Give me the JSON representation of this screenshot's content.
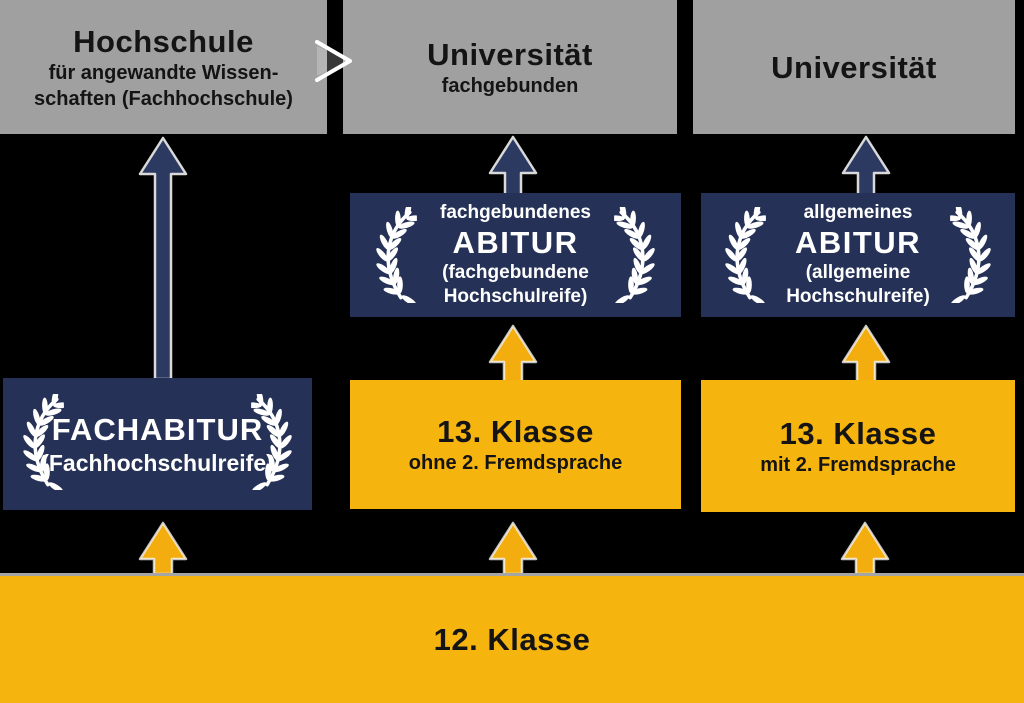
{
  "colors": {
    "background": "#000000",
    "gray_box": "#a0a0a0",
    "navy_box": "#253156",
    "navy_arrow": "#2c3a62",
    "yellow_box": "#f6b40e",
    "yellow_arrow": "#f3ad0f",
    "dark_text": "#141414",
    "light_text": "#ffffff",
    "arrow_outline": "#d9d9d9"
  },
  "icons": {
    "laurel": "laurel-branch",
    "arrow_up": "arrow-up",
    "chevron": "chevron-right"
  },
  "top_row": {
    "hochschule": {
      "title": "Hochschule",
      "subtitle1": "für angewandte Wissen-",
      "subtitle2": "schaften (Fachhochschule)"
    },
    "uni_fachgebunden": {
      "title": "Universität",
      "subtitle": "fachgebunden"
    },
    "uni": {
      "title": "Universität"
    }
  },
  "abitur_row": {
    "fachgebunden": {
      "pre": "fachgebundenes",
      "main": "ABITUR",
      "sub1": "(fachgebundene",
      "sub2": "Hochschulreife)"
    },
    "allgemein": {
      "pre": "allgemeines",
      "main": "ABITUR",
      "sub1": "(allgemeine",
      "sub2": "Hochschulreife)"
    }
  },
  "middle_row": {
    "fachabitur": {
      "main": "FACHABITUR",
      "sub": "(Fachhochschulreife)"
    },
    "klasse13_ohne": {
      "title": "13. Klasse",
      "subtitle": "ohne 2. Fremdsprache"
    },
    "klasse13_mit": {
      "title": "13. Klasse",
      "subtitle": "mit 2. Fremdsprache"
    }
  },
  "bottom_row": {
    "klasse12": {
      "title": "12. Klasse"
    }
  }
}
